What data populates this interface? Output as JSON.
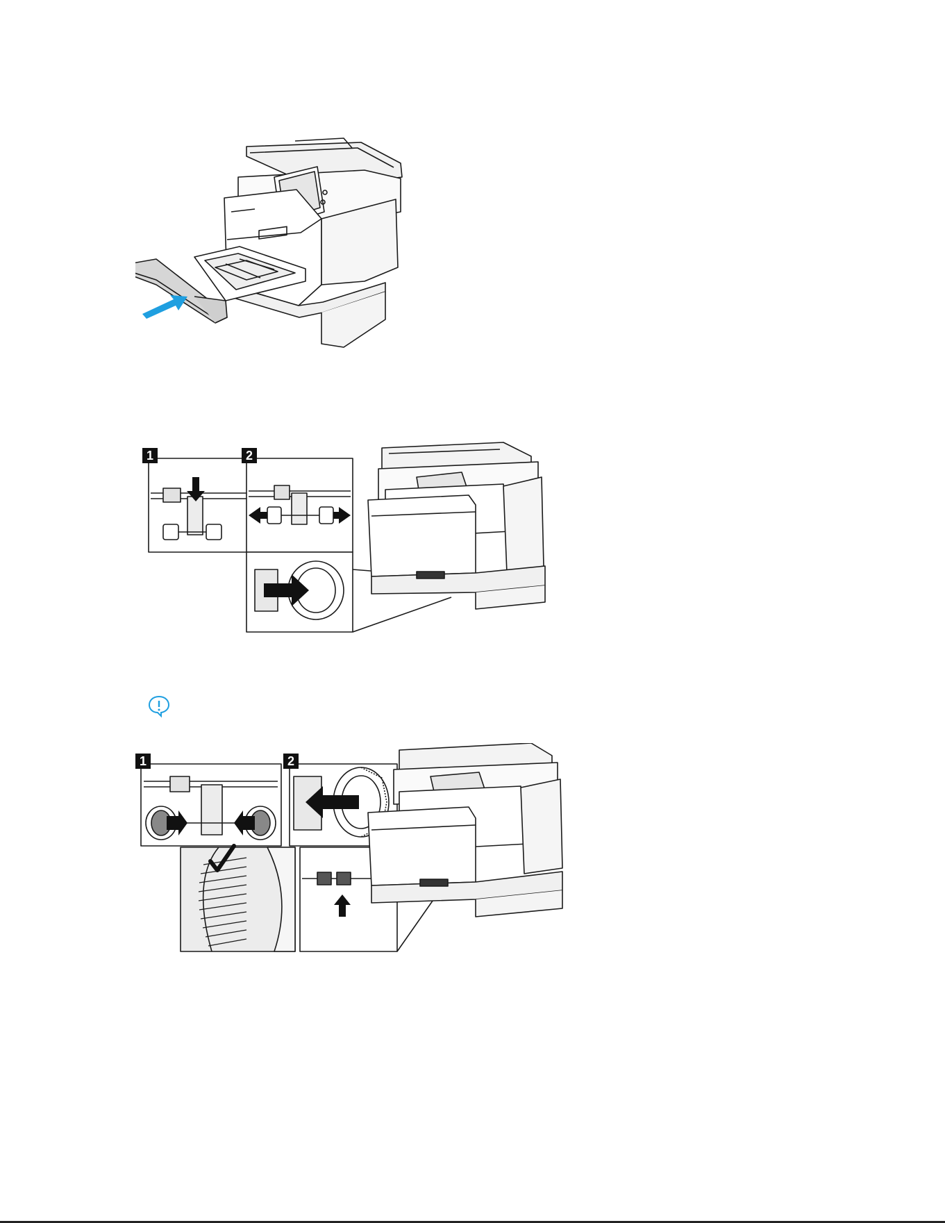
{
  "figure_2": {
    "step1": "1",
    "step2": "2"
  },
  "note_icon": "info-speech-bubble-icon",
  "figure_3": {
    "step1": "1",
    "step2": "2"
  },
  "colors": {
    "accent_arrow": "#1f9fe0",
    "line": "#1a1a1a",
    "shade": "#d8d8d8",
    "light_shade": "#ececec"
  }
}
